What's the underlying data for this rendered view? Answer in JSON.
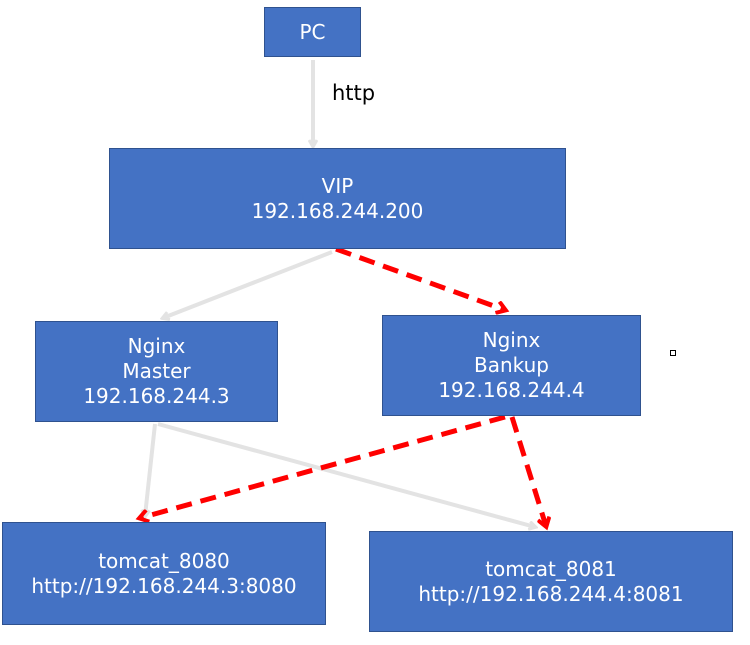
{
  "nodes": {
    "pc": {
      "lines": [
        "PC"
      ]
    },
    "vip": {
      "lines": [
        "VIP",
        "192.168.244.200"
      ]
    },
    "nginx_master": {
      "lines": [
        "Nginx",
        "Master",
        "192.168.244.3"
      ]
    },
    "nginx_backup": {
      "lines": [
        "Nginx",
        "Bankup",
        "192.168.244.4"
      ]
    },
    "tomcat_8080": {
      "lines": [
        "tomcat_8080",
        "http://192.168.244.3:8080"
      ]
    },
    "tomcat_8081": {
      "lines": [
        "tomcat_8081",
        "http://192.168.244.4:8081"
      ]
    }
  },
  "edge_label": "http",
  "colors": {
    "box_fill": "#4472C4",
    "box_border": "#2F528F",
    "primary_arrow": "#E3E3E3",
    "failover_arrow": "#FF0000"
  }
}
